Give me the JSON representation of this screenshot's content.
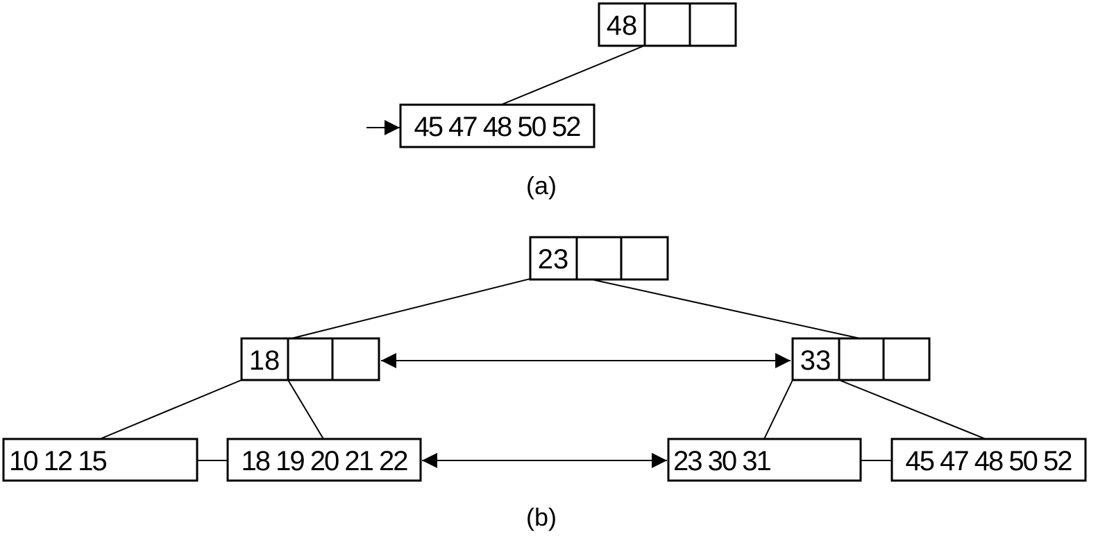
{
  "diagram_a": {
    "internal_node": {
      "keys": [
        "48",
        "",
        ""
      ]
    },
    "leaf": {
      "keys": "45 47 48 50 52"
    },
    "caption": "(a)"
  },
  "diagram_b": {
    "root": {
      "keys": [
        "23",
        "",
        ""
      ]
    },
    "left_internal": {
      "keys": [
        "18",
        "",
        ""
      ]
    },
    "right_internal": {
      "keys": [
        "33",
        "",
        ""
      ]
    },
    "leaves": [
      {
        "keys": "10 12 15"
      },
      {
        "keys": "18 19 20 21 22"
      },
      {
        "keys": "23 30 31"
      },
      {
        "keys": "45 47 48 50 52"
      }
    ],
    "caption": "(b)"
  },
  "colors": {
    "stroke": "#000000",
    "background": "#ffffff"
  }
}
